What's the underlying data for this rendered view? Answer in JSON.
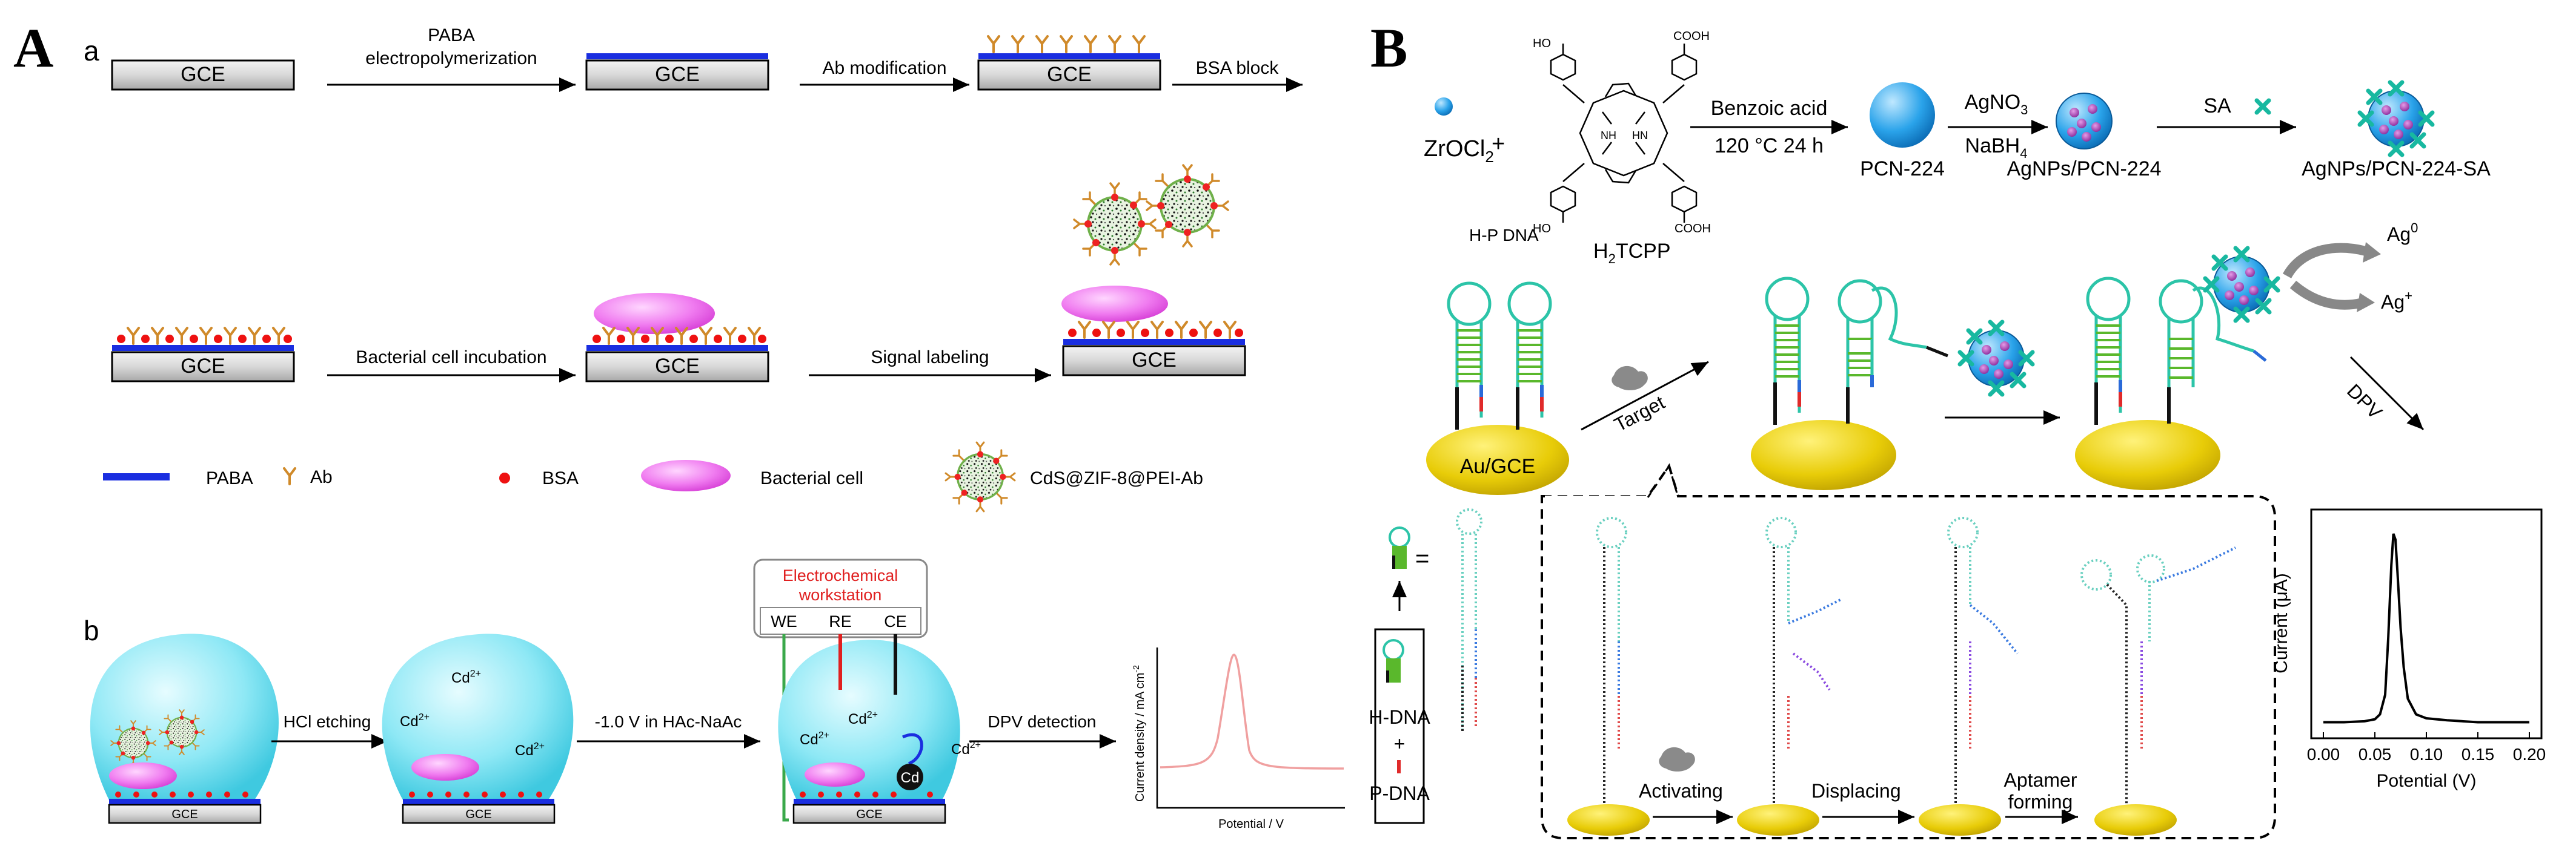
{
  "panel_a": {
    "letter": "A",
    "sub_a": "a",
    "sub_b": "b",
    "gce": "GCE",
    "step1": "PABA",
    "step1b": "electropolymerization",
    "step2": "Ab modification",
    "step3": "BSA block",
    "step4": "Bacterial cell incubation",
    "step5": "Signal labeling",
    "legend": {
      "paba": "PABA",
      "ab": "Ab",
      "bsa": "BSA",
      "cell": "Bacterial cell",
      "probe": "CdS@ZIF-8@PEI-Ab"
    },
    "b": {
      "hcl": "HCl etching",
      "voltage": "-1.0 V in HAc-NaAc",
      "dpv": "DPV detection",
      "workstation1": "Electrochemical",
      "workstation2": "workstation",
      "we": "WE",
      "re": "RE",
      "ce": "CE",
      "cd_ion": "Cd",
      "cd_sup": "2+",
      "cd_metal": "Cd",
      "gce_small": "GCE",
      "plot_ylabel": "Current density / mA cm",
      "plot_ylabel_sup": "-2",
      "plot_xlabel": "Potential / V"
    }
  },
  "panel_b": {
    "letter": "B",
    "zr": "ZrOCl",
    "zr_sub": "2",
    "plus": "+",
    "cooh": "COOH",
    "ho": "HO",
    "nh": "NH",
    "hn": "HN",
    "h2tcpp": "H",
    "h2tcpp_sub": "2",
    "h2tcpp_rest": "TCPP",
    "benzoic": "Benzoic acid",
    "temp": "120 °C  24 h",
    "pcn": "PCN-224",
    "agno3": "AgNO",
    "agno3_sub": "3",
    "nabh4": "NaBH",
    "nabh4_sub": "4",
    "agnps": "AgNPs/PCN-224",
    "sa": "SA",
    "agnps_sa": "AgNPs/PCN-224-SA",
    "hp_dna": "H-P DNA",
    "target": "Target",
    "au_gce": "Au/GCE",
    "ag0": "Ag",
    "ag0_sup": "0",
    "agplus": "Ag",
    "agplus_sup": "+",
    "dpv": "DPV",
    "equals": "=",
    "h_dna": "H-DNA",
    "p_dna": "P-DNA",
    "activating": "Activating",
    "displacing": "Displacing",
    "aptamer1": "Aptamer",
    "aptamer2": "forming"
  },
  "chart_data": {
    "type": "line",
    "xlabel": "Potential (V)",
    "ylabel": "Current (μA)",
    "xlim": [
      0.0,
      0.2
    ],
    "xticks": [
      "0.00",
      "0.05",
      "0.10",
      "0.15",
      "0.20"
    ],
    "x": [
      0.0,
      0.02,
      0.04,
      0.05,
      0.055,
      0.06,
      0.063,
      0.066,
      0.068,
      0.07,
      0.072,
      0.075,
      0.078,
      0.082,
      0.09,
      0.1,
      0.12,
      0.15,
      0.2
    ],
    "y": [
      0.02,
      0.02,
      0.025,
      0.035,
      0.06,
      0.16,
      0.45,
      0.82,
      0.98,
      0.95,
      0.78,
      0.5,
      0.3,
      0.14,
      0.06,
      0.04,
      0.03,
      0.02,
      0.02
    ],
    "grid": false
  }
}
